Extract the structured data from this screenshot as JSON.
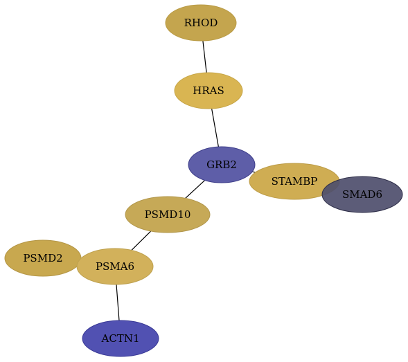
{
  "graph": {
    "nodes": [
      {
        "id": "RHOD",
        "label": "RHOD",
        "fill": "#c4a54e",
        "stroke": "#b99b46"
      },
      {
        "id": "HRAS",
        "label": "HRAS",
        "fill": "#d9b552",
        "stroke": "#c7a648"
      },
      {
        "id": "GRB2",
        "label": "GRB2",
        "fill": "#5e5ea8",
        "stroke": "#3f3f8a"
      },
      {
        "id": "STAMBP",
        "label": "STAMBP",
        "fill": "#cfad53",
        "stroke": "#bc9c48"
      },
      {
        "id": "SMAD6",
        "label": "SMAD6",
        "fill": "#4e4e6c",
        "stroke": "#2e2e48",
        "opacity": 0.92
      },
      {
        "id": "PSMD10",
        "label": "PSMD10",
        "fill": "#c6a957",
        "stroke": "#b2974c"
      },
      {
        "id": "PSMD2",
        "label": "PSMD2",
        "fill": "#c8a84f",
        "stroke": "#b49646"
      },
      {
        "id": "PSMA6",
        "label": "PSMA6",
        "fill": "#d2b15b",
        "stroke": "#bea14f"
      },
      {
        "id": "ACTN1",
        "label": "ACTN1",
        "fill": "#5151b2",
        "stroke": "#3a3a96"
      }
    ],
    "edges": [
      {
        "source": "RHOD",
        "target": "HRAS"
      },
      {
        "source": "HRAS",
        "target": "GRB2"
      },
      {
        "source": "GRB2",
        "target": "STAMBP"
      },
      {
        "source": "GRB2",
        "target": "PSMD10"
      },
      {
        "source": "PSMD10",
        "target": "PSMA6"
      },
      {
        "source": "PSMA6",
        "target": "ACTN1"
      }
    ]
  }
}
